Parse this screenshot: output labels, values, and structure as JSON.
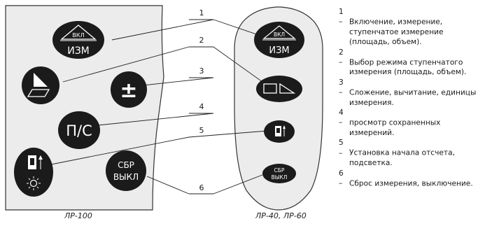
{
  "callout_numbers": [
    "1",
    "2",
    "3",
    "4",
    "5",
    "6"
  ],
  "legend": [
    {
      "num": "1 –",
      "text": "Включение, измерение, ступенчатое измерение (площадь, объем)."
    },
    {
      "num": "2 –",
      "text": "Выбор режима ступенчатого измерения (площадь, объем)."
    },
    {
      "num": "3 –",
      "text": "Сложение, вычитание, единицы измерения."
    },
    {
      "num": "4 –",
      "text": "просмотр сохраненных измерений."
    },
    {
      "num": "5 –",
      "text": "Установка начала отсчета, подсветка."
    },
    {
      "num": "6 –",
      "text": "Сброс измерения, выключение."
    }
  ],
  "panel_left": {
    "caption": "ЛР-100",
    "buttons": {
      "power": {
        "top": "ВКЛ",
        "bottom": "ИЗМ"
      },
      "plusminus": {
        "label": "±"
      },
      "memory": {
        "label": "П/С"
      },
      "reset": {
        "top": "СБР",
        "bottom": "ВЫКЛ"
      }
    }
  },
  "panel_right": {
    "caption": "ЛР-40, ЛР-60",
    "buttons": {
      "power": {
        "top": "ВКЛ",
        "bottom": "ИЗМ"
      },
      "reset": {
        "top": "СБР",
        "bottom": "ВЫКЛ"
      }
    }
  },
  "colors": {
    "button": "#1b1b1b",
    "panel_fill": "#ececec",
    "line": "#222222",
    "label": "#ffffff"
  }
}
